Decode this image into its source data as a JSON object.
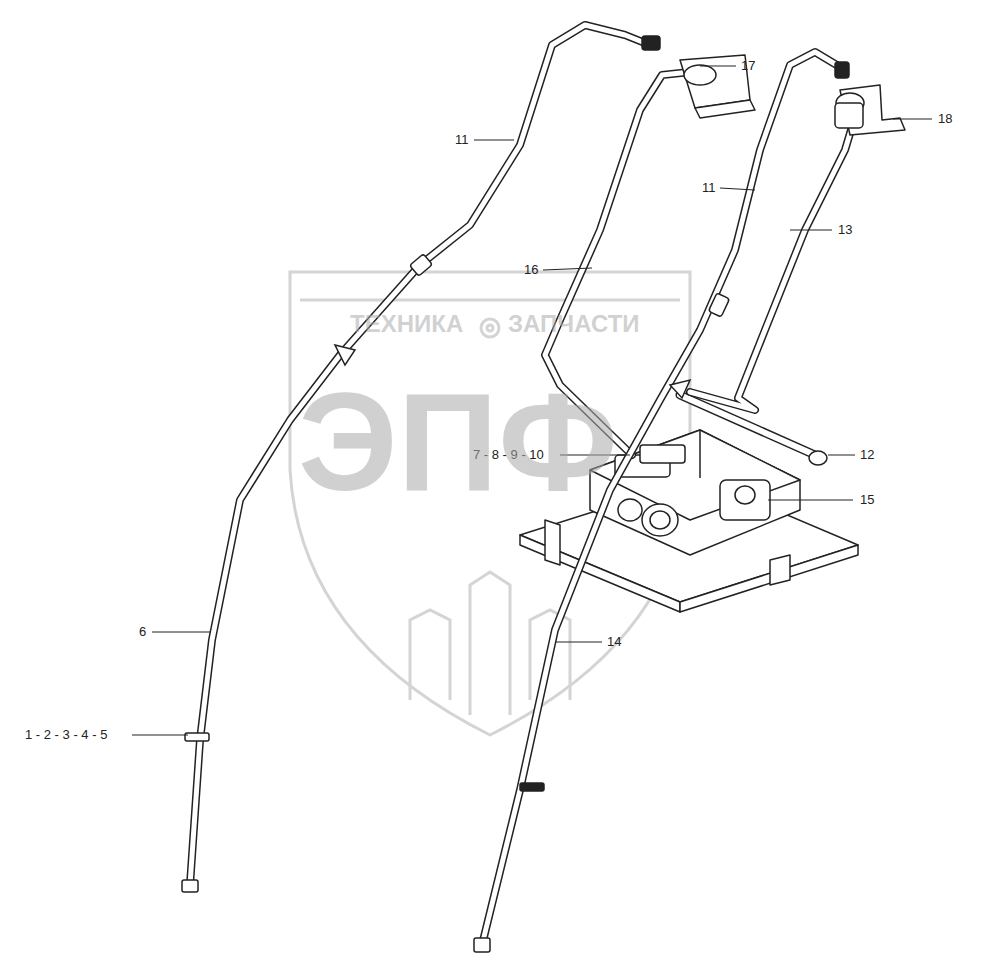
{
  "diagram": {
    "labels": [
      "17",
      "18",
      "11",
      "11",
      "16",
      "13",
      "7 - 8 - 9 - 10",
      "12",
      "15",
      "6",
      "14",
      "1 - 2 - 3 - 4 - 5",
      "ТЕХНИКА",
      "ЗАПЧАСТИ",
      "ЭПФ"
    ]
  }
}
